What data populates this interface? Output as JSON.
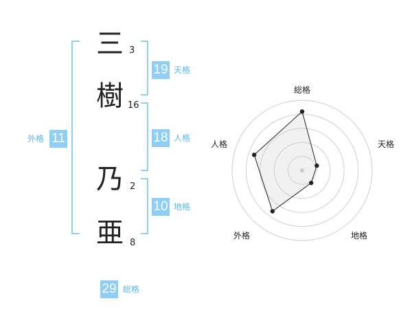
{
  "name": {
    "chars": [
      {
        "char": "三",
        "strokes": "3"
      },
      {
        "char": "樹",
        "strokes": "16"
      },
      {
        "char": "乃",
        "strokes": "2"
      },
      {
        "char": "亜",
        "strokes": "8"
      }
    ]
  },
  "fortune": {
    "tenkaku": {
      "label": "天格",
      "value": "19"
    },
    "jinkaku": {
      "label": "人格",
      "value": "18"
    },
    "chikaku": {
      "label": "地格",
      "value": "10"
    },
    "gaikaku": {
      "label": "外格",
      "value": "11"
    },
    "soukaku": {
      "label": "総格",
      "value": "29"
    }
  },
  "colors": {
    "accent": "#8fcff5",
    "accent_text": "#5ab8ee",
    "bracket": "#8fcff5"
  },
  "chart_data": {
    "type": "radar",
    "axes": [
      "総格",
      "天格",
      "地格",
      "外格",
      "人格"
    ],
    "values": [
      4.2,
      1.1,
      1.1,
      3.6,
      3.6
    ],
    "max": 5,
    "rings": 5
  }
}
